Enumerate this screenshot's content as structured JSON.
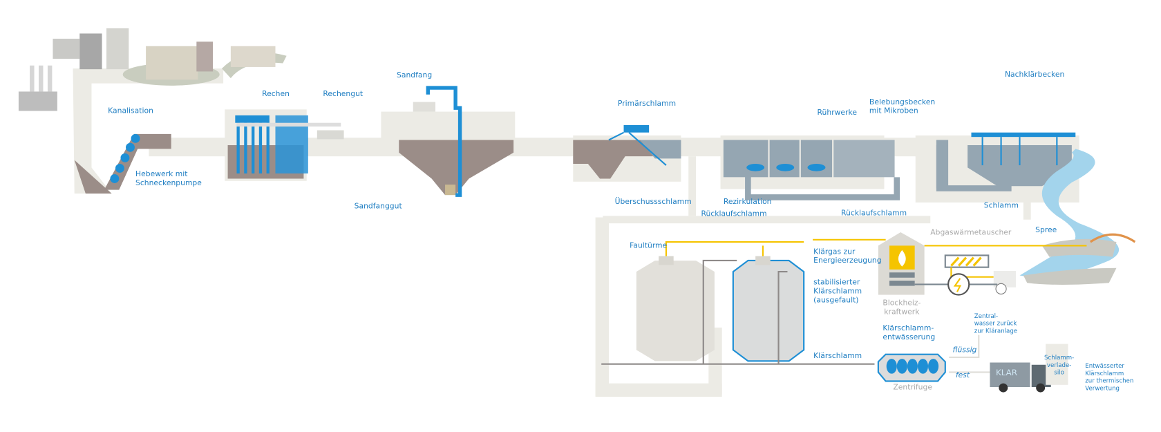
{
  "colors": {
    "channel": "#ecebe5",
    "water": "#1e8fd5",
    "sludge": "#9b8d88",
    "tank": "#95a6b2",
    "gas": "#f5c400",
    "river": "#a3d4ec",
    "label": "#1f7ec2",
    "muted": "#a9a9a9"
  },
  "labels": {
    "kanalisation": "Kanalisation",
    "hebewerk_1": "Hebewerk mit",
    "hebewerk_2": "Schneckenpumpe",
    "rechen": "Rechen",
    "rechengut": "Rechengut",
    "sandfang": "Sandfang",
    "sandfanggut": "Sandfanggut",
    "primaerschlamm": "Primärschlamm",
    "ruehrwerke": "Rührwerke",
    "belebung_1": "Belebungsbecken",
    "belebung_2": "mit Mikroben",
    "nachklaer": "Nachklärbecken",
    "rezirkulation": "Rezirkulation",
    "ueberschuss": "Überschussschlamm",
    "ruecklauf_1": "Rücklaufschlamm",
    "ruecklauf_2": "Rücklaufschlamm",
    "schlamm": "Schlamm",
    "spree": "Spree",
    "faultuerme": "Faultürme",
    "klaergas_1": "Klärgas zur",
    "klaergas_2": "Energieerzeugung",
    "stabil_1": "stabilisierter",
    "stabil_2": "Klärschlamm",
    "stabil_3": "(ausgefault)",
    "abgas": "Abgaswärmetauscher",
    "bhkw_1": "Blockheiz-",
    "bhkw_2": "kraftwerk",
    "entw_1": "Klärschlamm-",
    "entw_2": "entwässerung",
    "klaerschlamm": "Klärschlamm",
    "fluessig": "flüssig",
    "fest": "fest",
    "zentrifuge": "Zentrifuge",
    "zentral_1": "Zentral-",
    "zentral_2": "wasser zurück",
    "zentral_3": "zur Kläranlage",
    "silo_1": "Schlamm-",
    "silo_2": "verlade-",
    "silo_3": "silo",
    "entwaessert_1": "Entwässerter",
    "entwaessert_2": "Klärschlamm",
    "entwaessert_3": "zur thermischen",
    "entwaessert_4": "Verwertung",
    "logo": "KLAR"
  }
}
